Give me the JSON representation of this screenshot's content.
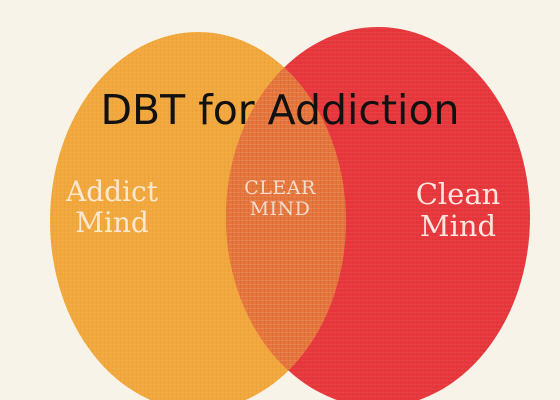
{
  "diagram": {
    "title": "DBT for Addiction",
    "sets": [
      {
        "id": "left",
        "label_lines": [
          "Addict",
          "Mind"
        ],
        "color": "#f2a83c"
      },
      {
        "id": "right",
        "label_lines": [
          "Clean",
          "Mind"
        ],
        "color": "#e8373c"
      }
    ],
    "intersection": {
      "label_lines": [
        "CLEAR",
        "MIND"
      ],
      "color": "#e8763c"
    },
    "background": "#f7f3e8"
  }
}
